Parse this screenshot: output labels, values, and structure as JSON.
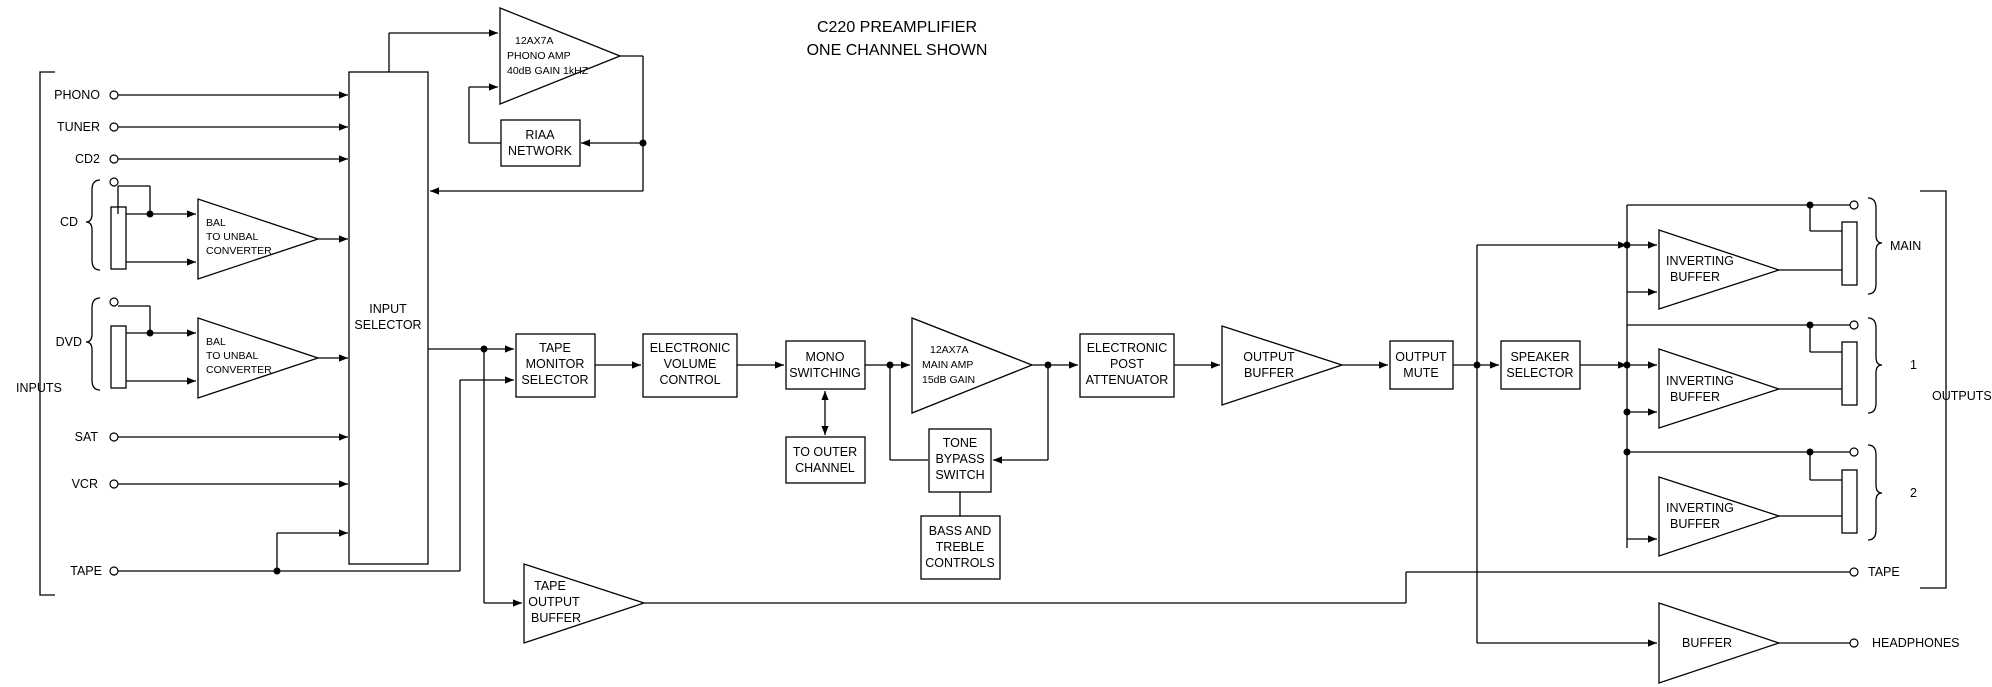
{
  "title": {
    "line1": "C220 PREAMPLIFIER",
    "line2": "ONE CHANNEL SHOWN"
  },
  "inputs": {
    "label": "INPUTS",
    "items": [
      "PHONO",
      "TUNER",
      "CD2",
      "CD",
      "DVD",
      "SAT",
      "VCR",
      "TAPE"
    ]
  },
  "outputs": {
    "label": "OUTPUTS",
    "items": [
      "MAIN",
      "1",
      "2",
      "TAPE",
      "HEADPHONES"
    ]
  },
  "blocks": {
    "input_selector": [
      "INPUT",
      "SELECTOR"
    ],
    "phono_amp": [
      "12AX7A",
      "PHONO AMP",
      "40dB GAIN 1kHZ"
    ],
    "riaa": [
      "RIAA",
      "NETWORK"
    ],
    "bal_conv": [
      "BAL",
      "TO UNBAL",
      "CONVERTER"
    ],
    "tape_monitor": [
      "TAPE",
      "MONITOR",
      "SELECTOR"
    ],
    "volume": [
      "ELECTRONIC",
      "VOLUME",
      "CONTROL"
    ],
    "mono": [
      "MONO",
      "SWITCHING"
    ],
    "outer": [
      "TO OUTER",
      "CHANNEL"
    ],
    "main_amp": [
      "12AX7A",
      "MAIN AMP",
      "15dB GAIN"
    ],
    "tone_bypass": [
      "TONE",
      "BYPASS",
      "SWITCH"
    ],
    "bass_treble": [
      "BASS AND",
      "TREBLE",
      "CONTROLS"
    ],
    "post_att": [
      "ELECTRONIC",
      "POST",
      "ATTENUATOR"
    ],
    "output_buffer": [
      "OUTPUT",
      "BUFFER"
    ],
    "output_mute": [
      "OUTPUT",
      "MUTE"
    ],
    "speaker_sel": [
      "SPEAKER",
      "SELECTOR"
    ],
    "inv_buffer": [
      "INVERTING",
      "BUFFER"
    ],
    "tape_out_buffer": [
      "TAPE",
      "OUTPUT",
      "BUFFER"
    ],
    "hp_buffer": [
      "BUFFER"
    ]
  }
}
